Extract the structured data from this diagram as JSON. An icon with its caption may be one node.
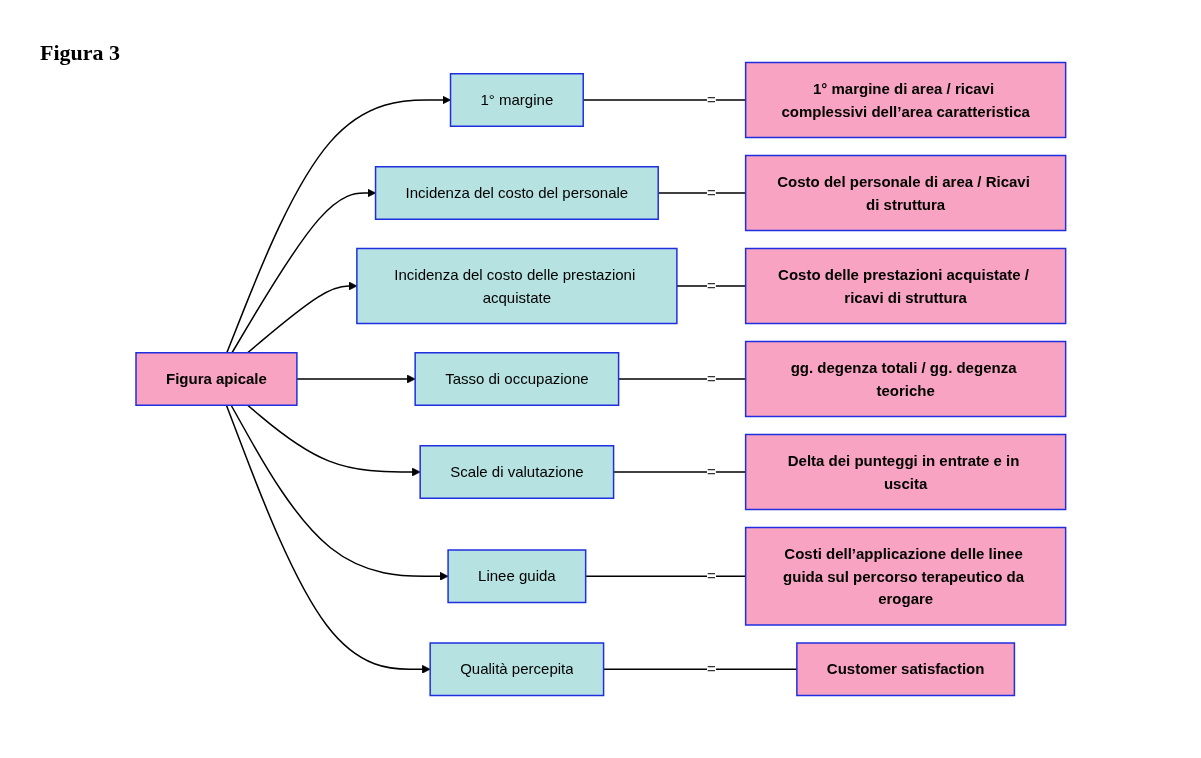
{
  "diagram": {
    "title": "Figura 3",
    "nodes": [
      {
        "text": [
          "Figura apicale"
        ]
      },
      {
        "text": [
          "1° margine"
        ]
      },
      {
        "text": [
          "1° margine di area / ricavi complessivi dell’area caratteristica"
        ]
      },
      {
        "text": [
          "Incidenza del costo del personale"
        ]
      },
      {
        "text": [
          "Costo del personale di area / Ricavi di struttura"
        ]
      },
      {
        "text": [
          "Incidenza del costo delle prestazioni acquistate"
        ]
      },
      {
        "text": [
          "Costo delle prestazioni acquistate / ricavi di struttura"
        ]
      },
      {
        "text": [
          "Tasso di occupazione"
        ]
      },
      {
        "text": [
          "gg. degenza totali / gg. degenza teoriche"
        ]
      },
      {
        "text": [
          "Scale di valutazione"
        ]
      },
      {
        "text": [
          "Delta dei punteggi in entrate e in uscita"
        ]
      },
      {
        "text": [
          "Linee guida"
        ]
      },
      {
        "text": [
          "Costi dell’applicazione delle linee guida sul percorso terapeutico da erogare"
        ]
      },
      {
        "text": [
          "Qualità percepita"
        ]
      },
      {
        "text": [
          "Customer satisfaction"
        ]
      }
    ],
    "edges": [
      {
        "from": 0,
        "to": 1,
        "arrow": "to"
      },
      {
        "from": 0,
        "to": 3,
        "arrow": "to"
      },
      {
        "from": 0,
        "to": 5,
        "arrow": "to"
      },
      {
        "from": 0,
        "to": 7,
        "arrow": "to"
      },
      {
        "from": 0,
        "to": 9,
        "arrow": "to"
      },
      {
        "from": 0,
        "to": 11,
        "arrow": "to"
      },
      {
        "from": 0,
        "to": 13,
        "arrow": "to"
      },
      {
        "from": 1,
        "to": 2,
        "arrow": "none",
        "label": "="
      },
      {
        "from": 3,
        "to": 4,
        "arrow": "none",
        "label": "="
      },
      {
        "from": 5,
        "to": 6,
        "arrow": "none",
        "label": "="
      },
      {
        "from": 7,
        "to": 8,
        "arrow": "none",
        "label": "="
      },
      {
        "from": 9,
        "to": 10,
        "arrow": "none",
        "label": "="
      },
      {
        "from": 11,
        "to": 12,
        "arrow": "none",
        "label": "="
      },
      {
        "from": 13,
        "to": 14,
        "arrow": "none",
        "label": "="
      }
    ]
  }
}
